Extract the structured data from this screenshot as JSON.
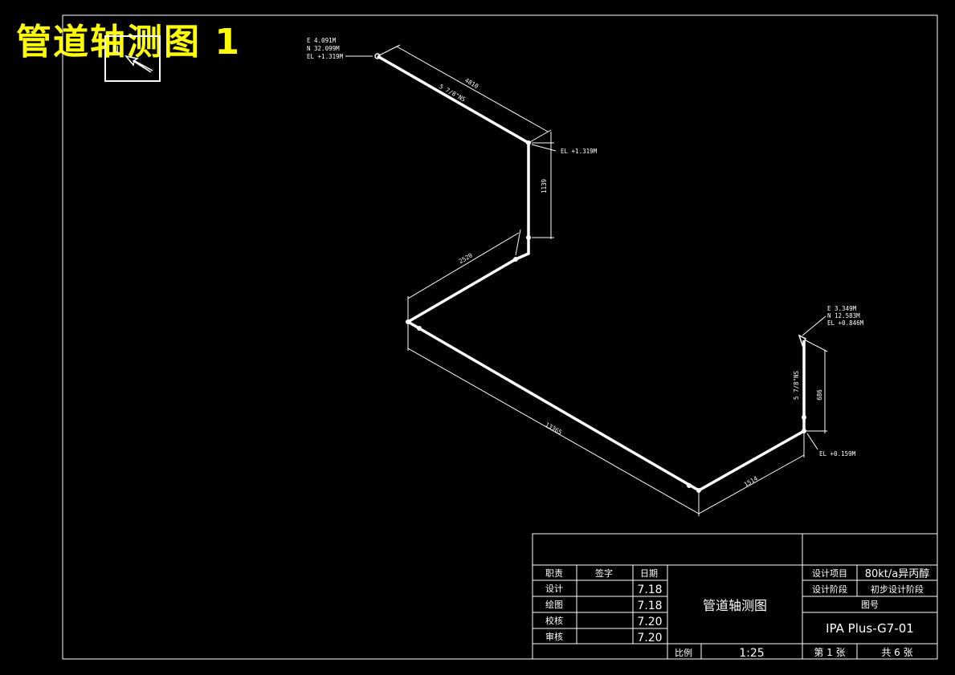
{
  "drawing_title": "管道轴测图 1",
  "north_label": "N",
  "start_point": {
    "e": "E 4.091M",
    "n": "N 32.099M",
    "el": "EL +1.319M"
  },
  "end_point": {
    "e": "E 3.349M",
    "n": "N 12.583M",
    "el": "EL +0.846M"
  },
  "elevations": {
    "upper_bend": "EL +1.319M",
    "lower_bend": "EL +0.159M"
  },
  "dimensions": {
    "first_run": "4810",
    "first_drop": "1139",
    "second_run": "2520",
    "long_run": "13365",
    "short_run": "1514",
    "riser": "686"
  },
  "pipe_spec": {
    "upper": "5 7/8\"NS",
    "lower": "5 7/8\"NS"
  },
  "title_block": {
    "col_role": "职责",
    "col_sign": "签字",
    "col_date": "日期",
    "roles": [
      "设计",
      "绘图",
      "校核",
      "审核"
    ],
    "dates": [
      "7.18",
      "7.18",
      "7.20",
      "7.20"
    ],
    "drawing_name": "管道轴测图",
    "project_label": "设计项目",
    "project_value": "80kt/a异丙醇",
    "stage_label": "设计阶段",
    "stage_value": "初步设计阶段",
    "drawing_no_label": "图号",
    "drawing_no": "IPA Plus-G7-01",
    "scale_label": "比例",
    "scale_value": "1:25",
    "sheet_label": "第 1 张",
    "total_label": "共 6 张"
  },
  "colors": {
    "background": "#000000",
    "lines": "#ffffff",
    "title": "#ffff00"
  }
}
